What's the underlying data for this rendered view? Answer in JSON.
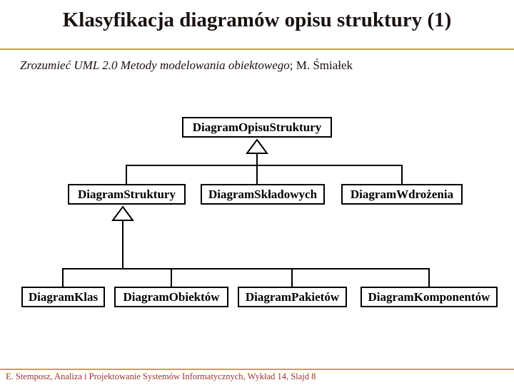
{
  "slide": {
    "title": "Klasyfikacja diagramów opisu struktury (1)",
    "subtitle": {
      "italic": "Zrozumieć UML 2.0 Metody modelowania obiektowego",
      "rest": "; M. Śmiałek"
    },
    "footer": "E. Stemposz, Analiza i Projektowanie Systemów Informatycznych, Wykład 14, Slajd 8",
    "accent_color": "#c9a24e",
    "footer_color": "#9b332b"
  },
  "diagram": {
    "type": "uml-generalization-hierarchy",
    "root": {
      "label": "DiagramOpisuStruktury"
    },
    "level2": [
      {
        "label": "DiagramStruktury",
        "parent": "DiagramOpisuStruktury"
      },
      {
        "label": "DiagramSkładowych",
        "parent": "DiagramOpisuStruktury"
      },
      {
        "label": "DiagramWdrożenia",
        "parent": "DiagramOpisuStruktury"
      }
    ],
    "level3": [
      {
        "label": "DiagramKlas",
        "parent": "DiagramStruktury"
      },
      {
        "label": "DiagramObiektów",
        "parent": "DiagramStruktury"
      },
      {
        "label": "DiagramPakietów",
        "parent": "DiagramStruktury"
      },
      {
        "label": "DiagramKomponentów",
        "parent": "DiagramStruktury"
      }
    ]
  }
}
